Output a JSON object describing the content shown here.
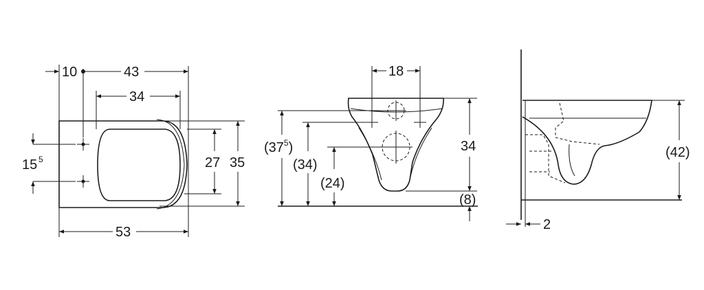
{
  "top_view": {
    "dim_offset": "10",
    "dim_hole_to_back": "43",
    "dim_seat_width": "34",
    "dim_hole_spacing_main": "15",
    "dim_hole_spacing_sup": "5",
    "dim_rim_height": "27",
    "dim_overall_height": "35",
    "dim_overall_length": "53"
  },
  "front_view": {
    "dim_hole_spacing": "18",
    "dim_total_height_main": "(37",
    "dim_total_height_sup": "5",
    "dim_total_height_close": ")",
    "dim_bolt_height": "(34)",
    "dim_outlet_height": "(24)",
    "dim_rim_height": "34",
    "dim_bottom_offset": "(8)"
  },
  "side_view": {
    "dim_height": "(42)",
    "dim_wall_gap": "2"
  }
}
